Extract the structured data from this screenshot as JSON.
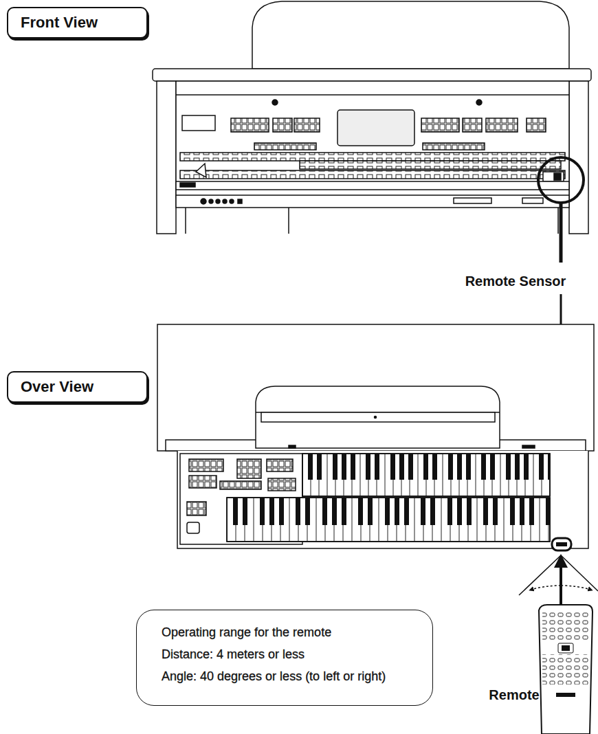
{
  "diagram": {
    "nodes": [
      {
        "text": [
          "Front View"
        ]
      },
      {
        "text": [
          "Over View"
        ]
      },
      {
        "text": [
          "Operating range for the remote",
          "Distance: 4 meters or less",
          "Angle: 40 degrees or less (to left or right)"
        ]
      }
    ],
    "labels": [
      "Remote Sensor",
      "Remote"
    ]
  }
}
